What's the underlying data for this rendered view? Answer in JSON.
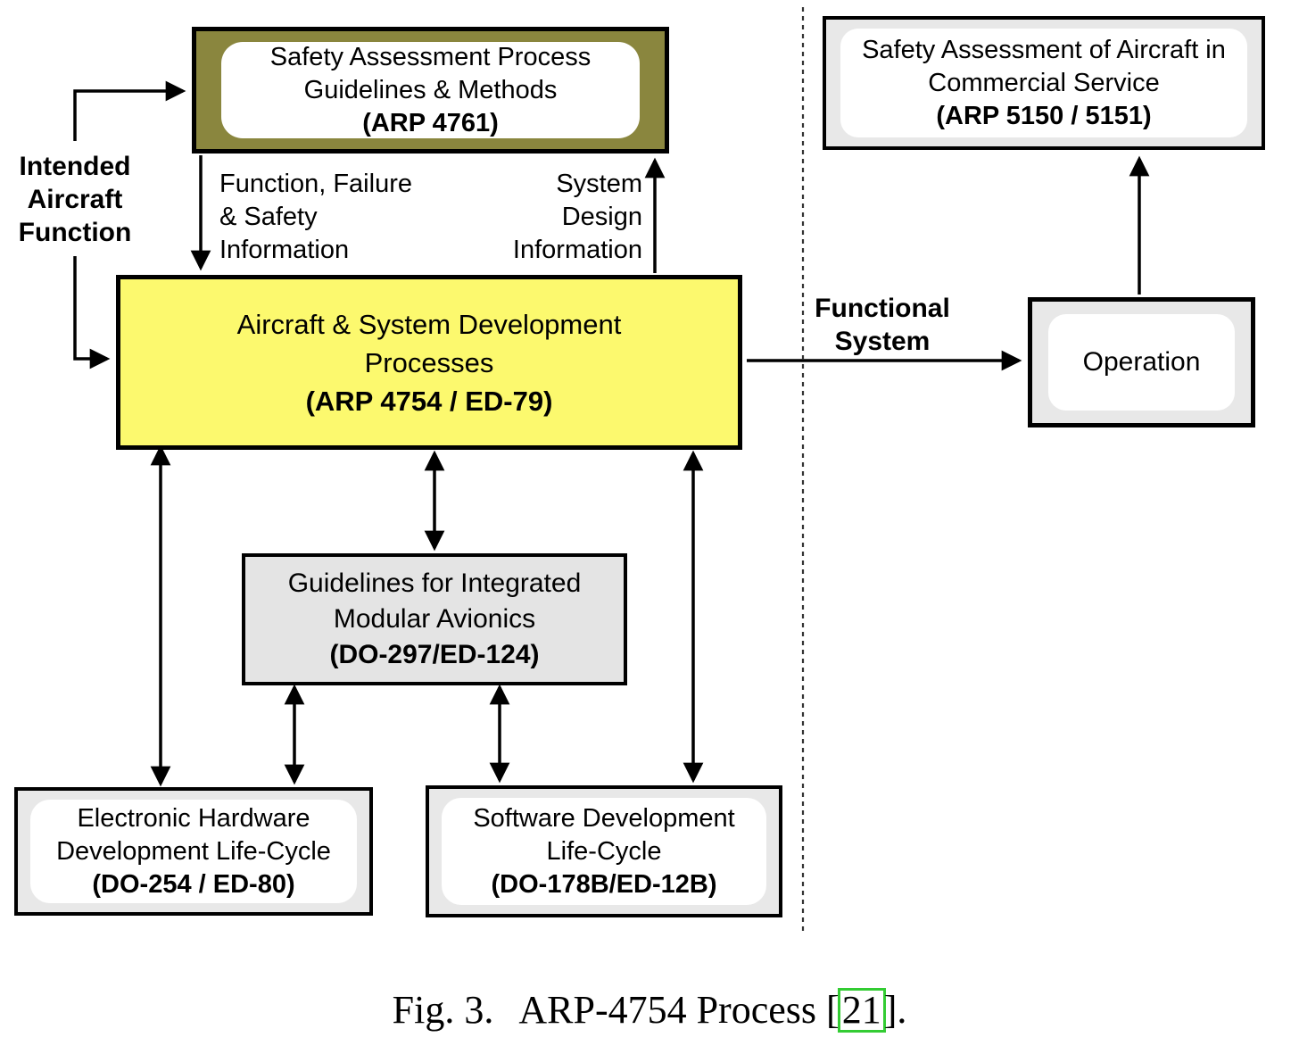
{
  "figure": {
    "type": "process-diagram",
    "subject": "ARP-4754 aircraft & system development process"
  },
  "colors": {
    "arp4761_fill": "#8a863e",
    "development_fill": "#fcf96e",
    "gray_box_fill": "#e8e8e8",
    "ima_fill": "#e4e4e4",
    "border": "#000000",
    "citation_box": "#33cc33",
    "background": "#ffffff"
  },
  "boxes": {
    "arp4761": {
      "lines": [
        "Safety Assessment Process",
        "Guidelines & Methods"
      ],
      "code": "(ARP 4761)"
    },
    "development": {
      "lines": [
        "Aircraft & System Development",
        "Processes"
      ],
      "code": "(ARP 4754 / ED-79)"
    },
    "arp5150": {
      "lines": [
        "Safety Assessment of Aircraft in",
        "Commercial Service"
      ],
      "code": "(ARP 5150 / 5151)"
    },
    "operation": {
      "label": "Operation"
    },
    "ima": {
      "lines": [
        "Guidelines for Integrated",
        "Modular Avionics"
      ],
      "code": "(DO-297/ED-124)"
    },
    "hardware": {
      "lines": [
        "Electronic Hardware",
        "Development Life-Cycle"
      ],
      "code": "(DO-254 / ED-80)"
    },
    "software": {
      "lines": [
        "Software Development",
        "Life-Cycle"
      ],
      "code": "(DO-178B/ED-12B)"
    }
  },
  "labels": {
    "intended": "Intended\nAircraft\nFunction",
    "function_failure": "Function, Failure\n& Safety\nInformation",
    "system_design": "System\nDesign\nInformation",
    "functional_system": "Functional\nSystem"
  },
  "caption": {
    "fig": "Fig. 3.",
    "title": "ARP-4754 Process",
    "bracket_open": "[",
    "citation": "21",
    "bracket_close": "]."
  }
}
